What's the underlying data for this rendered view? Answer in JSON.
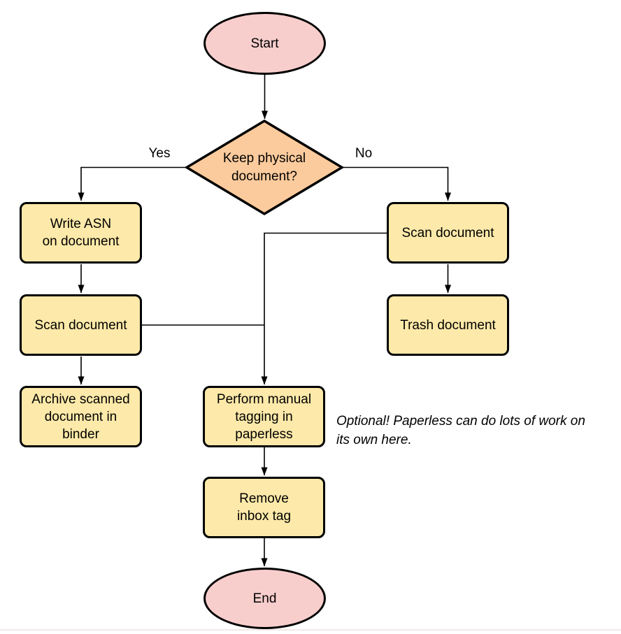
{
  "nodes": {
    "start": {
      "label": "Start"
    },
    "decision": {
      "label": "Keep physical\ndocument?"
    },
    "write_asn": {
      "label": "Write ASN\non document"
    },
    "scan_left": {
      "label": "Scan document"
    },
    "archive": {
      "label": "Archive scanned\ndocument in\nbinder"
    },
    "scan_right": {
      "label": "Scan document"
    },
    "trash": {
      "label": "Trash document"
    },
    "tagging": {
      "label": "Perform manual\ntagging in\npaperless"
    },
    "remove_inbox": {
      "label": "Remove\ninbox tag"
    },
    "end": {
      "label": "End"
    }
  },
  "edge_labels": {
    "yes": "Yes",
    "no": "No"
  },
  "note": {
    "text": "Optional! Paperless can do lots of work on\nits own here."
  },
  "colors": {
    "terminal_fill": "#f8cecc",
    "process_fill": "#fde9a9",
    "decision_fill": "#fccb9d",
    "stroke": "#000000",
    "edge_color": "#000000",
    "bottom_rule": "#f2e9e7"
  }
}
